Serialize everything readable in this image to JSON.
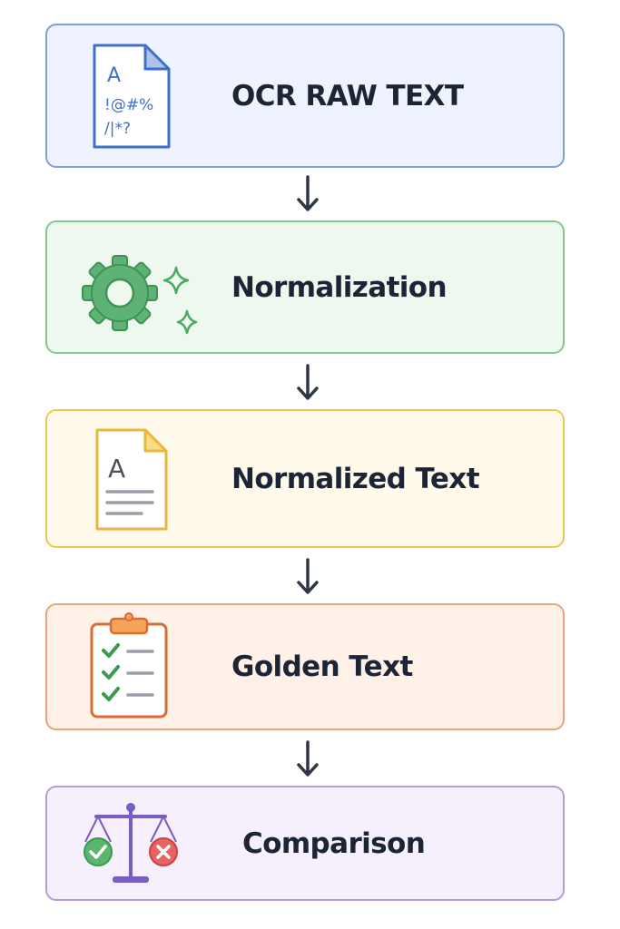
{
  "steps": [
    {
      "label": "OCR RAW TEXT",
      "icon": "raw-text-document-icon",
      "border": "#7fa0dc",
      "fill": "#eef3fd",
      "icon_glyph_top": "A",
      "icon_glyph_mid": "!@#%",
      "icon_glyph_bot": "/|*?"
    },
    {
      "label": "Normalization",
      "icon": "gear-sparkle-icon",
      "border": "#83c88f",
      "fill": "#eef8ef"
    },
    {
      "label": "Normalized Text",
      "icon": "document-icon",
      "border": "#f2c64e",
      "fill": "#fffaeb",
      "icon_glyph_top": "A"
    },
    {
      "label": "Golden Text",
      "icon": "clipboard-checklist-icon",
      "border": "#f0a374",
      "fill": "#fff1e7"
    },
    {
      "label": "Comparison",
      "icon": "balance-scale-icon",
      "border": "#b59ade",
      "fill": "#f5f0fc"
    }
  ],
  "colors": {
    "arrow": "#2f3645",
    "text": "#1b2535",
    "blue": "#3f6fc7",
    "green": "#4daa64",
    "yellow": "#e9b73b",
    "orange": "#d86d34",
    "purple": "#7b5cc4",
    "check_green": "#3a9b53",
    "red": "#e25b5b"
  }
}
